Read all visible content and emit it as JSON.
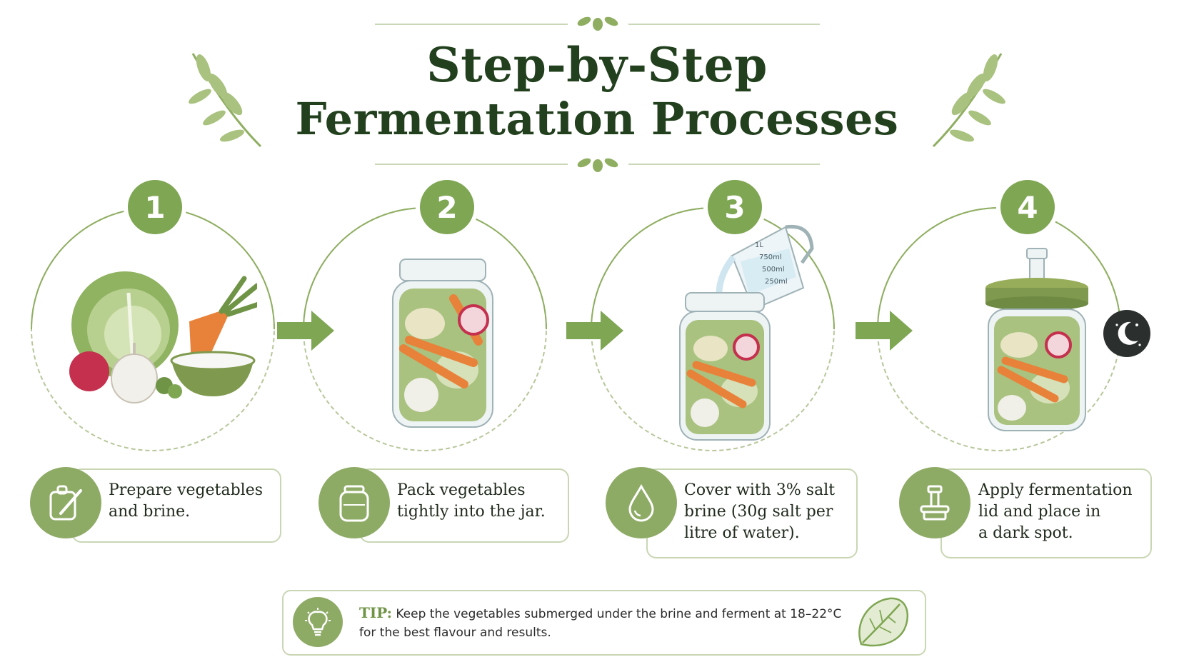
{
  "title": {
    "line1": "Step-by-Step",
    "line2": "Fermentation Processes"
  },
  "colors": {
    "accent_green": "#7fa653",
    "dark_green": "#22401d",
    "light_green": "#c9d6b4",
    "carrot_orange": "#e8823a"
  },
  "steps": [
    {
      "number": "1",
      "caption": [
        "Prepare vegetables",
        "and brine."
      ],
      "icon": "cutting-board-knife-icon",
      "art": "vegetables-and-salt-bowl"
    },
    {
      "number": "2",
      "caption": [
        "Pack vegetables",
        "tightly into the jar."
      ],
      "icon": "jar-icon",
      "art": "packed-jar"
    },
    {
      "number": "3",
      "caption": [
        "Cover with 3% salt",
        "brine (30g salt per",
        "litre of water)."
      ],
      "icon": "water-drop-icon",
      "art": "jar-with-measuring-jug",
      "jug_marks": [
        "1L",
        "750ml",
        "500ml",
        "250ml"
      ]
    },
    {
      "number": "4",
      "caption": [
        "Apply fermentation",
        "lid and place in",
        "a dark spot."
      ],
      "icon": "airlock-lid-icon",
      "art": "lidded-jar",
      "badge_icon": "moon-stars-icon"
    }
  ],
  "tip": {
    "label": "TIP:",
    "text": "Keep the vegetables submerged under the brine and ferment at 18–22°C",
    "text2": "for the best flavour and results.",
    "icon": "lightbulb-icon",
    "deco_icon": "cabbage-leaf-icon"
  }
}
